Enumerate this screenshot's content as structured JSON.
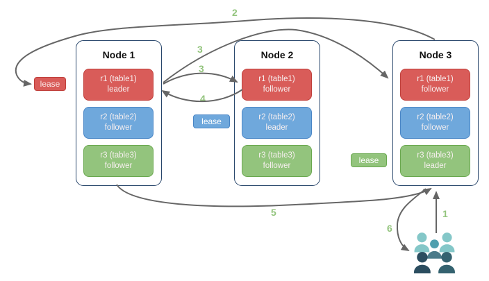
{
  "diagram": {
    "background": "#ffffff",
    "arrow_color": "#666666",
    "step_label_color": "#93c47d"
  },
  "nodes": [
    {
      "title": "Node 1",
      "replicas": [
        {
          "name": "r1 (table1)",
          "role": "leader",
          "color": "red"
        },
        {
          "name": "r2 (table2)",
          "role": "follower",
          "color": "blue"
        },
        {
          "name": "r3 (table3)",
          "role": "follower",
          "color": "green"
        }
      ]
    },
    {
      "title": "Node 2",
      "replicas": [
        {
          "name": "r1 (table1)",
          "role": "follower",
          "color": "red"
        },
        {
          "name": "r2 (table2)",
          "role": "leader",
          "color": "blue"
        },
        {
          "name": "r3 (table3)",
          "role": "follower",
          "color": "green"
        }
      ]
    },
    {
      "title": "Node 3",
      "replicas": [
        {
          "name": "r1 (table1)",
          "role": "follower",
          "color": "red"
        },
        {
          "name": "r2 (table2)",
          "role": "follower",
          "color": "blue"
        },
        {
          "name": "r3 (table3)",
          "role": "leader",
          "color": "green"
        }
      ]
    }
  ],
  "leases": [
    {
      "label": "lease",
      "color": "red"
    },
    {
      "label": "lease",
      "color": "blue"
    },
    {
      "label": "lease",
      "color": "green"
    }
  ],
  "steps": {
    "s1": "1",
    "s2": "2",
    "s3": "3",
    "s4": "4",
    "s5": "5",
    "s6": "6"
  },
  "colors": {
    "red_fill": "#d95c59",
    "red_border": "#c0403c",
    "blue_fill": "#6fa8dc",
    "blue_border": "#4a86c6",
    "green_fill": "#93c47d",
    "green_border": "#6aa84f",
    "node_border": "#28466b",
    "node_title": "#111111",
    "replica_text": "#f7efef"
  },
  "users_icon": {
    "name": "users-group-icon",
    "light": "#84c7c8",
    "mid_head": "#4f9fae",
    "mid_body": "#4a7a89",
    "dark_left": "#2b4d5f",
    "dark_right": "#34626f"
  }
}
